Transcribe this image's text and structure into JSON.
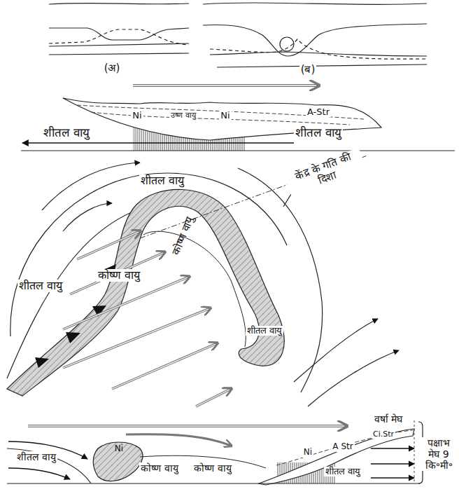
{
  "diagram": {
    "labels": [
      "(अ)",
      "(ब)",
      "Ni",
      "उष्ण वायु",
      "Ni",
      "A-Str",
      "शीतल वायु",
      "शीतल वायु",
      "शीतल वायु",
      "केंद्र के गति की दिशा",
      "शीतल वायु",
      "कोष्ण वायु",
      "कोष्ण वायु",
      "शीतल वायु",
      "वर्षा मेघ",
      "Ni",
      "शीतल वायु",
      "कोष्ण वायु",
      "कोष्ण वायु",
      "Ni",
      "A Str",
      "Ci.Str",
      "शीतल वायु",
      "पक्षाभ मेघ 9 कि॰मी॰"
    ]
  }
}
